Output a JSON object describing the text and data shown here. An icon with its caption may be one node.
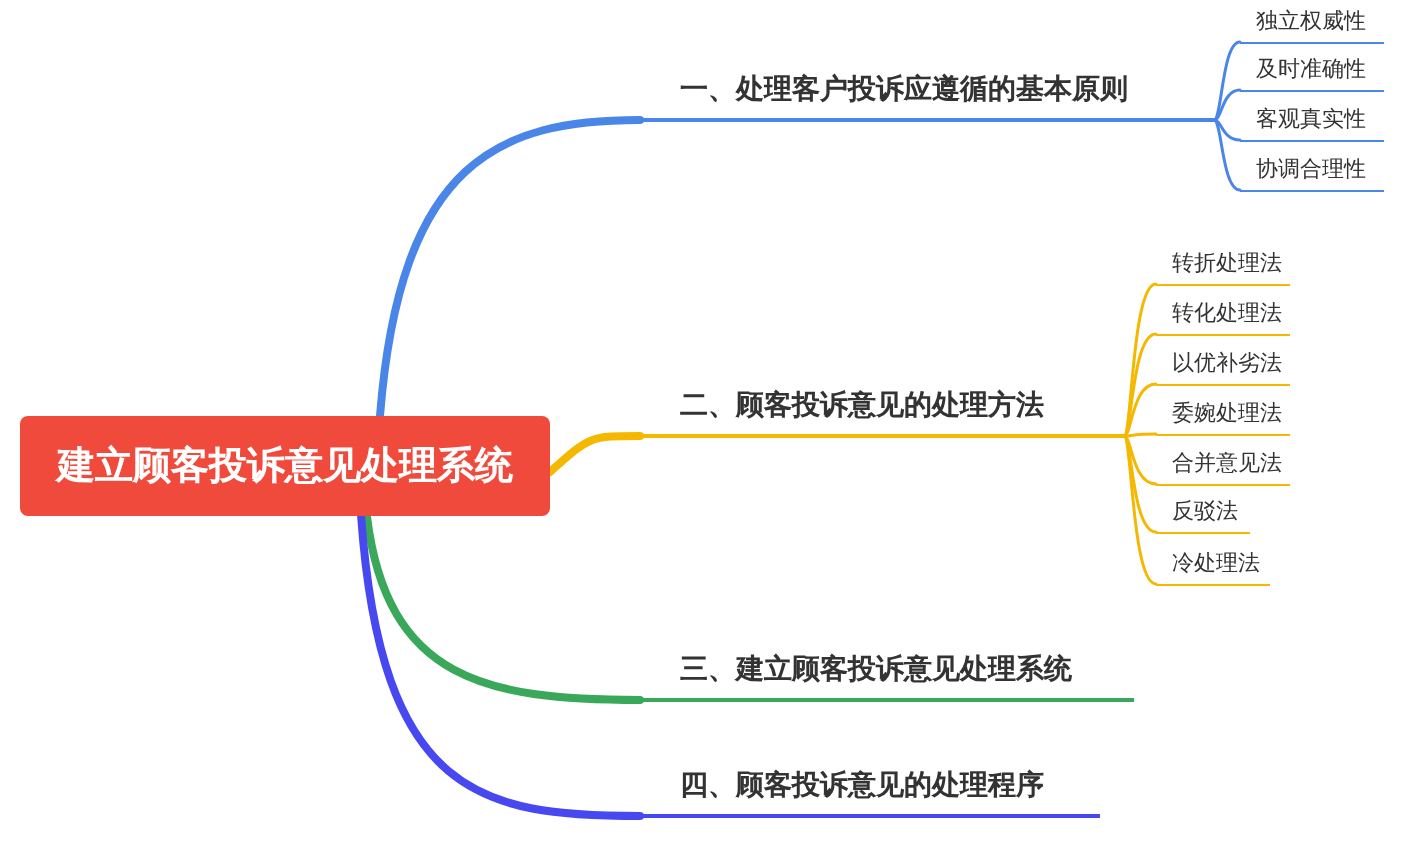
{
  "diagram": {
    "nodes": [
      {
        "text": [
          "建立顾客投诉意见处理系统"
        ]
      },
      {
        "text": [
          "一、处理客户投诉应遵循的基本原则"
        ]
      },
      {
        "text": [
          "二、顾客投诉意见的处理方法"
        ]
      },
      {
        "text": [
          "三、建立顾客投诉意见处理系统"
        ]
      },
      {
        "text": [
          "四、顾客投诉意见的处理程序"
        ]
      },
      {
        "text": [
          "独立权威性"
        ]
      },
      {
        "text": [
          "及时准确性"
        ]
      },
      {
        "text": [
          "客观真实性"
        ]
      },
      {
        "text": [
          "协调合理性"
        ]
      },
      {
        "text": [
          "转折处理法"
        ]
      },
      {
        "text": [
          "转化处理法"
        ]
      },
      {
        "text": [
          "以优补劣法"
        ]
      },
      {
        "text": [
          "委婉处理法"
        ]
      },
      {
        "text": [
          "合并意见法"
        ]
      },
      {
        "text": [
          "反驳法"
        ]
      },
      {
        "text": [
          "冷处理法"
        ]
      }
    ],
    "edges": [
      {
        "from": 0,
        "to": 1,
        "arrow": "none",
        "style": "thick",
        "color": "#4a86e8"
      },
      {
        "from": 0,
        "to": 2,
        "arrow": "none",
        "style": "thick",
        "color": "#f5b800"
      },
      {
        "from": 0,
        "to": 3,
        "arrow": "none",
        "style": "thick",
        "color": "#3aa85a"
      },
      {
        "from": 0,
        "to": 4,
        "arrow": "none",
        "style": "thick",
        "color": "#4848f0"
      },
      {
        "from": 1,
        "to": 5,
        "arrow": "none",
        "color": "#4a86e8"
      },
      {
        "from": 1,
        "to": 6,
        "arrow": "none",
        "color": "#4a86e8"
      },
      {
        "from": 1,
        "to": 7,
        "arrow": "none",
        "color": "#4a86e8"
      },
      {
        "from": 1,
        "to": 8,
        "arrow": "none",
        "color": "#4a86e8"
      },
      {
        "from": 2,
        "to": 9,
        "arrow": "none",
        "color": "#f5b800"
      },
      {
        "from": 2,
        "to": 10,
        "arrow": "none",
        "color": "#f5b800"
      },
      {
        "from": 2,
        "to": 11,
        "arrow": "none",
        "color": "#f5b800"
      },
      {
        "from": 2,
        "to": 12,
        "arrow": "none",
        "color": "#f5b800"
      },
      {
        "from": 2,
        "to": 13,
        "arrow": "none",
        "color": "#f5b800"
      },
      {
        "from": 2,
        "to": 14,
        "arrow": "none",
        "color": "#f5b800"
      },
      {
        "from": 2,
        "to": 15,
        "arrow": "none",
        "color": "#f5b800"
      }
    ]
  }
}
